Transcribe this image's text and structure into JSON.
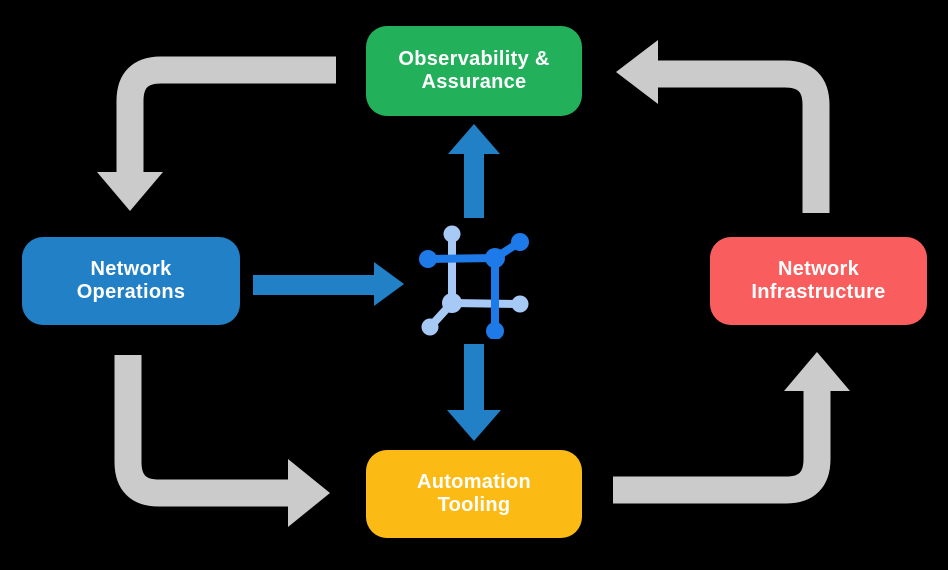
{
  "diagram": {
    "background_color": "#000000",
    "nodes": [
      {
        "id": "observability-assurance",
        "label": "Observability &\nAssurance",
        "color": "#22B05B",
        "text_color": "#FFFFFF"
      },
      {
        "id": "network-operations",
        "label": "Network\nOperations",
        "color": "#2180C6",
        "text_color": "#FFFFFF"
      },
      {
        "id": "network-infrastructure",
        "label": "Network\nInfrastructure",
        "color": "#FA5D5D",
        "text_color": "#FFFFFF"
      },
      {
        "id": "automation-tooling",
        "label": "Automation\nTooling",
        "color": "#FBBB14",
        "text_color": "#FFFFFF"
      }
    ],
    "center_icon": {
      "name": "network-mesh-icon",
      "dark_color": "#1E7AE8",
      "light_color": "#A6C9F6"
    },
    "flow_arrows": {
      "color": "#CBCBCB",
      "items": [
        {
          "from": "observability-assurance",
          "to": "network-operations"
        },
        {
          "from": "network-operations",
          "to": "automation-tooling"
        },
        {
          "from": "automation-tooling",
          "to": "network-infrastructure"
        },
        {
          "from": "network-infrastructure",
          "to": "observability-assurance"
        }
      ]
    },
    "center_arrows": {
      "color": "#2180C6",
      "items": [
        {
          "from": "network-operations",
          "to": "center"
        },
        {
          "from": "center",
          "to": "observability-assurance"
        },
        {
          "from": "center",
          "to": "automation-tooling"
        }
      ]
    }
  }
}
